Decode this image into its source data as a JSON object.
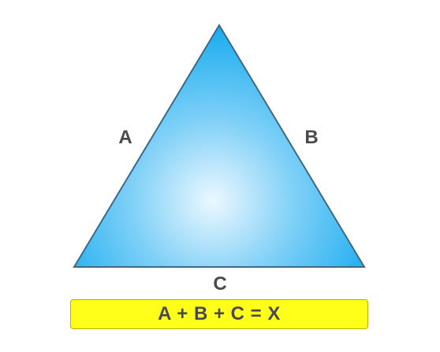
{
  "triangle": {
    "side_labels": {
      "left": "A",
      "right": "B",
      "bottom": "C"
    },
    "fill_colors": {
      "center": "#ecf8ff",
      "mid": "#7fd0f7",
      "edge": "#11a9ef"
    },
    "stroke_color": "#3d6a86"
  },
  "formula": {
    "text": "A + B + C = X",
    "background_color": "#ffff1a",
    "text_color": "#4a4a4a"
  }
}
